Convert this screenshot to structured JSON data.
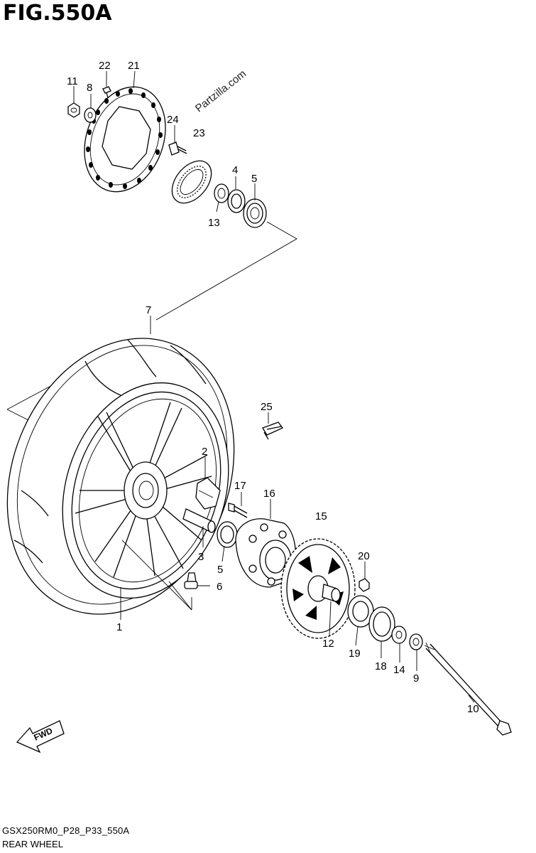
{
  "figure": {
    "title": "FIG.550A",
    "code": "GSX250RM0_P28_P33_550A",
    "name": "REAR WHEEL",
    "watermark": "Partzilla.com",
    "fwd_label": "FWD"
  },
  "parts": [
    {
      "id": "1",
      "label": "1"
    },
    {
      "id": "2",
      "label": "2"
    },
    {
      "id": "3",
      "label": "3"
    },
    {
      "id": "4",
      "label": "4"
    },
    {
      "id": "5a",
      "label": "5"
    },
    {
      "id": "5b",
      "label": "5"
    },
    {
      "id": "6",
      "label": "6"
    },
    {
      "id": "7",
      "label": "7"
    },
    {
      "id": "8",
      "label": "8"
    },
    {
      "id": "9",
      "label": "9"
    },
    {
      "id": "10",
      "label": "10"
    },
    {
      "id": "11",
      "label": "11"
    },
    {
      "id": "12",
      "label": "12"
    },
    {
      "id": "13",
      "label": "13"
    },
    {
      "id": "14",
      "label": "14"
    },
    {
      "id": "15",
      "label": "15"
    },
    {
      "id": "16",
      "label": "16"
    },
    {
      "id": "17",
      "label": "17"
    },
    {
      "id": "18",
      "label": "18"
    },
    {
      "id": "19",
      "label": "19"
    },
    {
      "id": "20",
      "label": "20"
    },
    {
      "id": "21",
      "label": "21"
    },
    {
      "id": "22",
      "label": "22"
    },
    {
      "id": "23",
      "label": "23"
    },
    {
      "id": "24",
      "label": "24"
    },
    {
      "id": "25",
      "label": "25"
    }
  ]
}
